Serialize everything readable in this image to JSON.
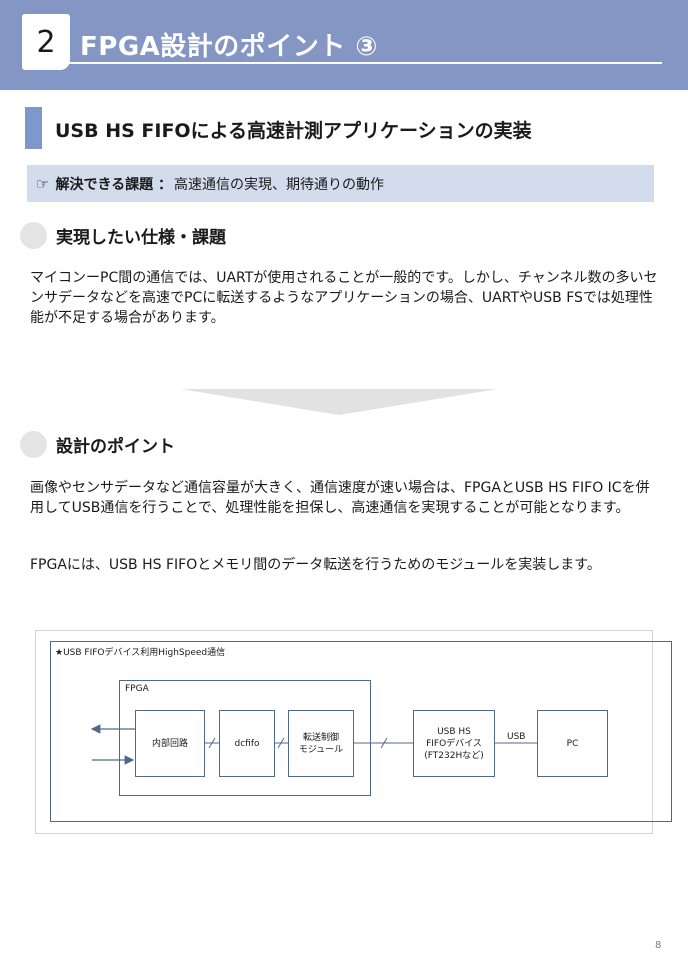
{
  "header": {
    "number": "2",
    "title": "FPGA設計のポイント ③"
  },
  "section": {
    "title": "USB HS FIFOによる高速計測アプリケーションの実装"
  },
  "issue": {
    "icon": "pointing-hand-icon",
    "label": "解決できる課題 ：",
    "text": "高速通信の実現、期待通りの動作"
  },
  "spec": {
    "title": "実現したい仕様・課題",
    "body": "マイコンーPC間の通信では、UARTが使用されることが一般的です。しかし、チャンネル数の多いセンサデータなどを高速でPCに転送するようなアプリケーションの場合、UARTやUSB FSでは処理性能が不足する場合があります。"
  },
  "design": {
    "title": "設計のポイント",
    "body1": "画像やセンサデータなど通信容量が大きく、通信速度が速い場合は、FPGAとUSB HS FIFO ICを併用してUSB通信を行うことで、処理性能を担保し、高速通信を実現することが可能となります。",
    "body2": "FPGAには、USB HS FIFOとメモリ間のデータ転送を行うためのモジュールを実装します。"
  },
  "diagram": {
    "title": "★USB FIFOデバイス利用HighSpeed通信",
    "fpga_label": "FPGA",
    "blocks": {
      "internal": "内部回路",
      "dcfifo": "dcfifo",
      "transfer": "転送制御\nモジュール",
      "usb_device": "USB HS\nFIFOデバイス\n(FT232Hなど)",
      "pc": "PC"
    },
    "usb_link_label": "USB"
  },
  "page_number": "8"
}
